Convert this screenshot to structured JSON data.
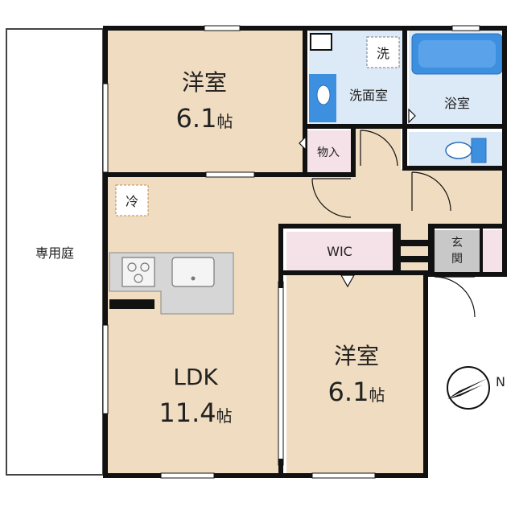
{
  "rooms": {
    "western_room_top": {
      "name": "洋室",
      "area": "6.1",
      "unit": "帖"
    },
    "western_room_bottom": {
      "name": "洋室",
      "area": "6.1",
      "unit": "帖"
    },
    "ldk": {
      "name": "LDK",
      "area": "11.4",
      "unit": "帖"
    },
    "washroom": "洗面室",
    "washer": "洗",
    "bathroom": "浴室",
    "storage": "物入",
    "wic": "WIC",
    "entrance_line1": "玄",
    "entrance_line2": "関",
    "fridge": "冷",
    "garden": "専用庭"
  },
  "compass": {
    "label": "N"
  },
  "colors": {
    "room_beige": "#f0dcc0",
    "storage_pink": "#f5e1e8",
    "water_blue": "#dce9f6",
    "fixture_blue": "#3d8fe0",
    "entrance_gray": "#c8c8c8",
    "counter_gray": "#d6d6d6",
    "wall": "#111111"
  }
}
